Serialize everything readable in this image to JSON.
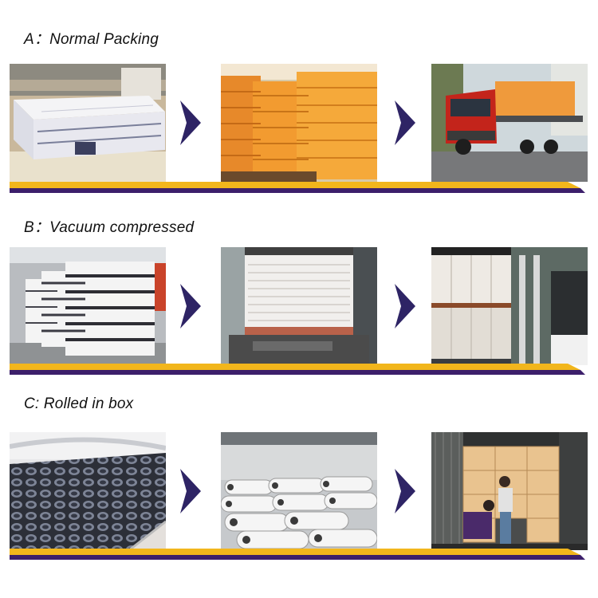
{
  "sections": [
    {
      "id": "A",
      "title": "A：Normal Packing",
      "photos": [
        "mattress-on-table-photo",
        "orange-wrapped-mattress-stack-photo",
        "red-truck-loaded-photo"
      ]
    },
    {
      "id": "B",
      "title": "B：Vacuum compressed",
      "photos": [
        "white-mattress-stack-photo",
        "compression-machine-photo",
        "forklift-loading-photo"
      ]
    },
    {
      "id": "C",
      "title": "C:  Rolled in box",
      "photos": [
        "spring-coil-unit-photo",
        "rolled-mattresses-warehouse-photo",
        "workers-loading-boxes-photo"
      ]
    }
  ],
  "colors": {
    "arrow": "#2e2465",
    "band_gold": "#f2b61c",
    "band_purple": "#3c1f6b",
    "truck_red": "#c3241b",
    "orange_wrap": "#f0a630"
  }
}
